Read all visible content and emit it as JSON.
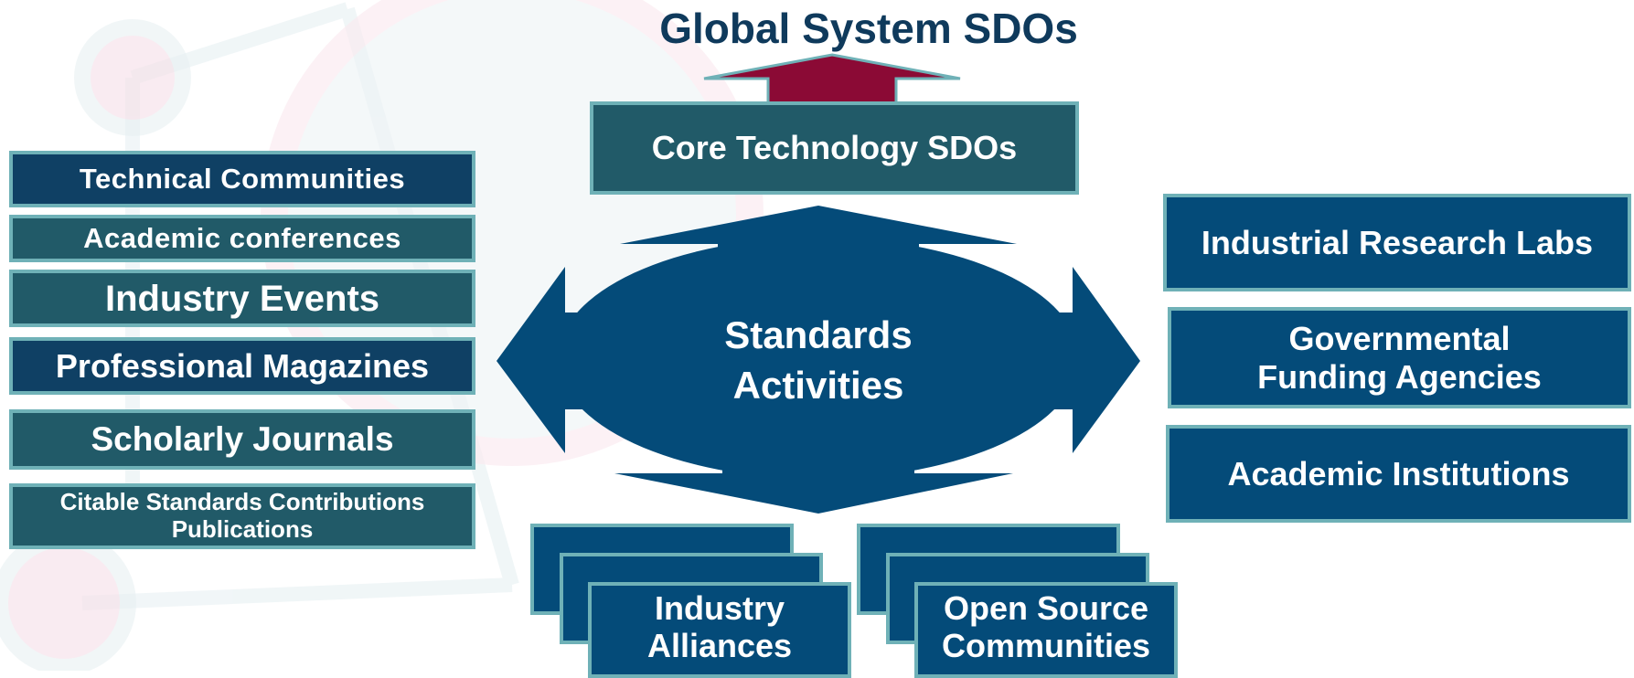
{
  "title": "Global System SDOs",
  "core": "Core Technology SDOs",
  "center": {
    "line1": "Standards",
    "line2": "Activities"
  },
  "left": [
    "Technical Communities",
    "Academic conferences",
    "Industry Events",
    "Professional Magazines",
    "Scholarly Journals",
    "Citable Standards Contributions Publications"
  ],
  "right": [
    "Industrial Research Labs",
    "Governmental Funding Agencies",
    "Academic Institutions"
  ],
  "bottom": {
    "left": "Industry Alliances",
    "right": "Open Source Communities"
  },
  "colors": {
    "teal": "#215a68",
    "navy": "#0f4064",
    "blue": "#044b79",
    "border": "#6fb1b7",
    "arrow_up": "#8b0a35"
  }
}
